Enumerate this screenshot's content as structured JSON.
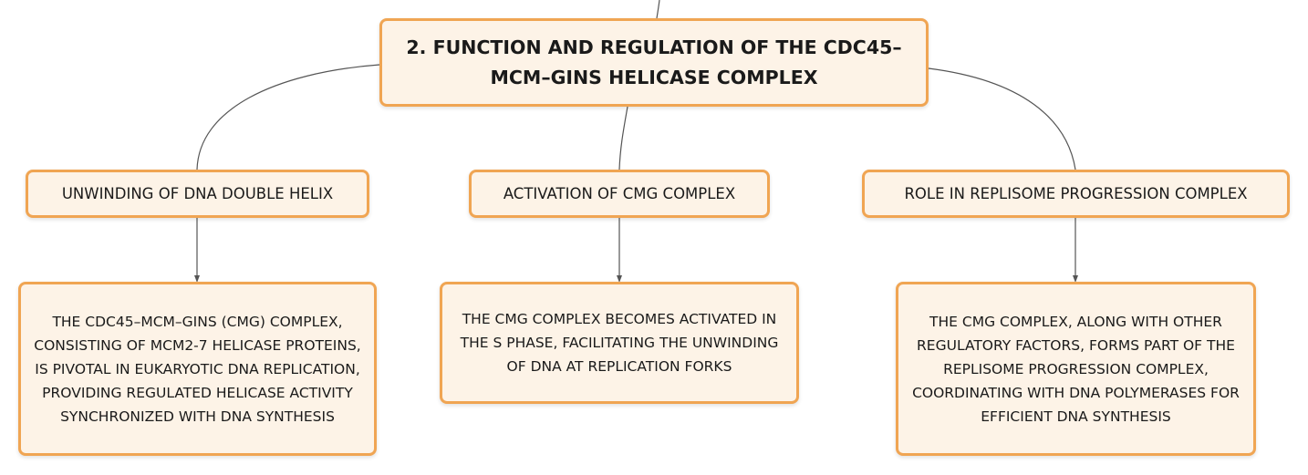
{
  "colors": {
    "node_fill": "#fdf3e7",
    "node_border": "#f0a553",
    "connector": "#555555",
    "text": "#1a1a1a"
  },
  "root": {
    "title": "2. FUNCTION AND REGULATION OF THE CDC45–MCM–GINS HELICASE COMPLEX"
  },
  "topics": [
    {
      "label": "UNWINDING OF DNA DOUBLE HELIX",
      "detail": "THE CDC45–MCM–GINS (CMG) COMPLEX, CONSISTING OF MCM2-7 HELICASE PROTEINS, IS PIVOTAL IN EUKARYOTIC DNA REPLICATION, PROVIDING REGULATED HELICASE ACTIVITY SYNCHRONIZED WITH DNA SYNTHESIS"
    },
    {
      "label": "ACTIVATION OF CMG COMPLEX",
      "detail": "THE CMG COMPLEX BECOMES ACTIVATED IN THE S PHASE, FACILITATING THE UNWINDING OF DNA AT REPLICATION FORKS"
    },
    {
      "label": "ROLE IN REPLISOME PROGRESSION COMPLEX",
      "detail": "THE CMG COMPLEX, ALONG WITH OTHER REGULATORY FACTORS, FORMS PART OF THE REPLISOME PROGRESSION COMPLEX, COORDINATING WITH DNA POLYMERASES FOR EFFICIENT DNA SYNTHESIS"
    }
  ]
}
